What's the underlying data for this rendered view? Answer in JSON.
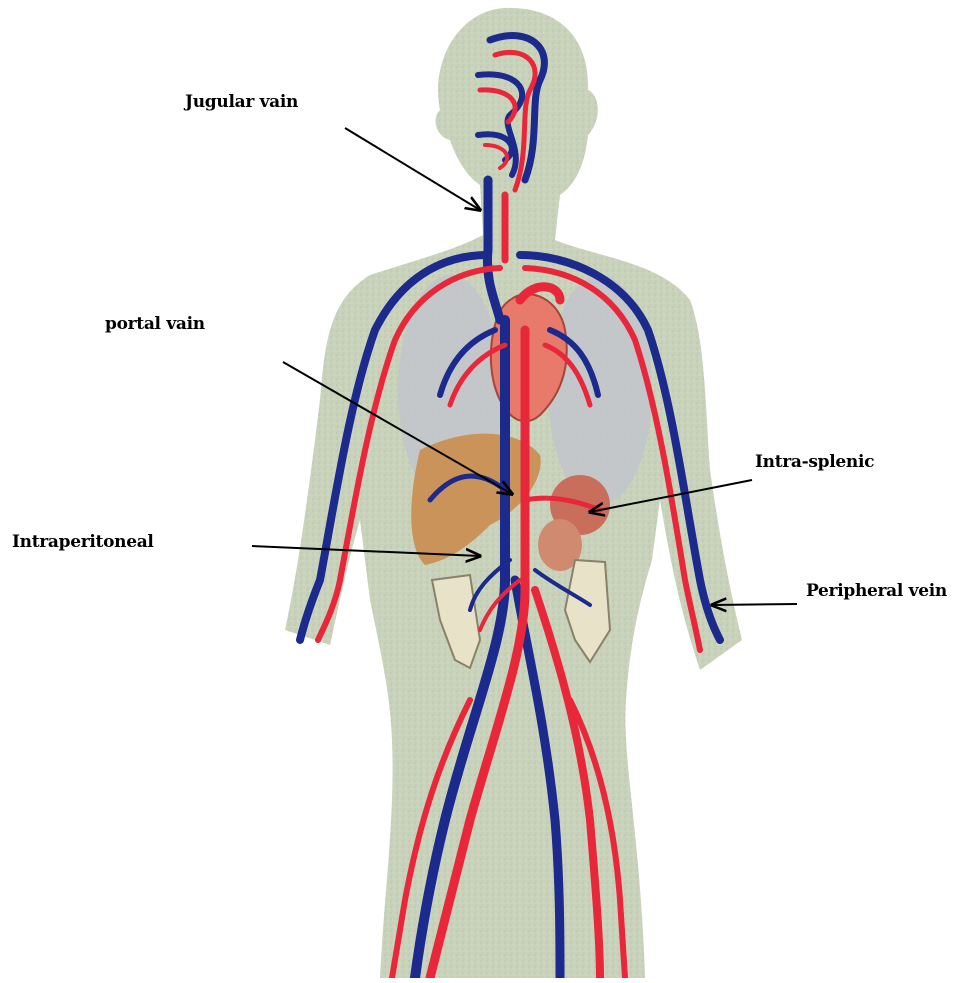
{
  "labels": {
    "jugular": "Jugular vain",
    "portal": "portal vain",
    "intra_splenic": "Intra-splenic",
    "intraperitoneal": "Intraperitoneal",
    "peripheral": "Peripheral vein"
  },
  "colors": {
    "body": "#c9d3bb",
    "artery": "#e8273a",
    "vein": "#1b2a8c",
    "heart": "#e87a6b",
    "lung": "#c2c4cc",
    "liver": "#c9935a",
    "spleen": "#c86e5a",
    "intestine": "#e8e2c8"
  }
}
